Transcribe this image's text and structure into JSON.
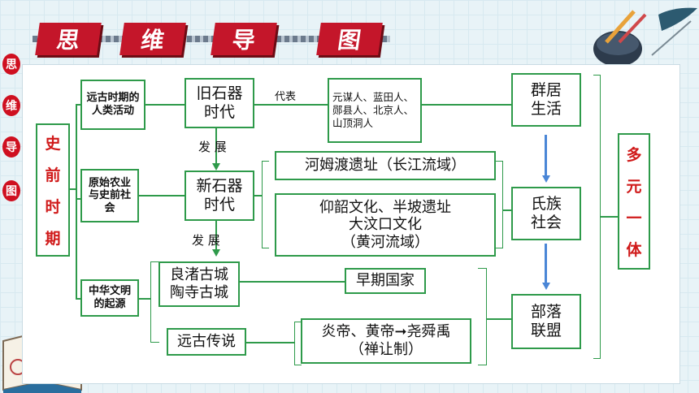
{
  "title_chars": [
    "思",
    "维",
    "导",
    "图"
  ],
  "side_chars": [
    "思",
    "维",
    "导",
    "图"
  ],
  "era": "史前时期",
  "era_chars": [
    "史",
    "前",
    "时",
    "期"
  ],
  "categories": {
    "c1": "远古时期的人类活动",
    "c2": "原始农业与史前社会",
    "c3": "中华文明的起源"
  },
  "stages": {
    "old": "旧石器时代",
    "new": "新石器时代"
  },
  "labels": {
    "represent": "代表",
    "develop1": "发 展",
    "develop2": "发 展"
  },
  "people": "元谋人、蓝田人、郧县人、北京人、山顶洞人",
  "sites": {
    "hemudu": "河姆渡遗址（长江流域）",
    "yellow_line1": "仰韶文化、半坡遗址",
    "yellow_line2": "大汶口文化",
    "yellow_line3": "（黄河流域）"
  },
  "cities": {
    "line1": "良渚古城",
    "line2": "陶寺古城"
  },
  "legend": "远古传说",
  "early_state": "早期国家",
  "kings_line1": "炎帝、黄帝➞尧舜禹",
  "kings_line2": "（禅让制）",
  "social": {
    "s1": "群居生活",
    "s2": "氏族社会",
    "s3": "部落联盟"
  },
  "summary_chars": [
    "多",
    "元",
    "一",
    "体"
  ],
  "colors": {
    "accent_red": "#c4162a",
    "line_green": "#2e9a4a",
    "arrow_blue": "#4a86d6"
  }
}
